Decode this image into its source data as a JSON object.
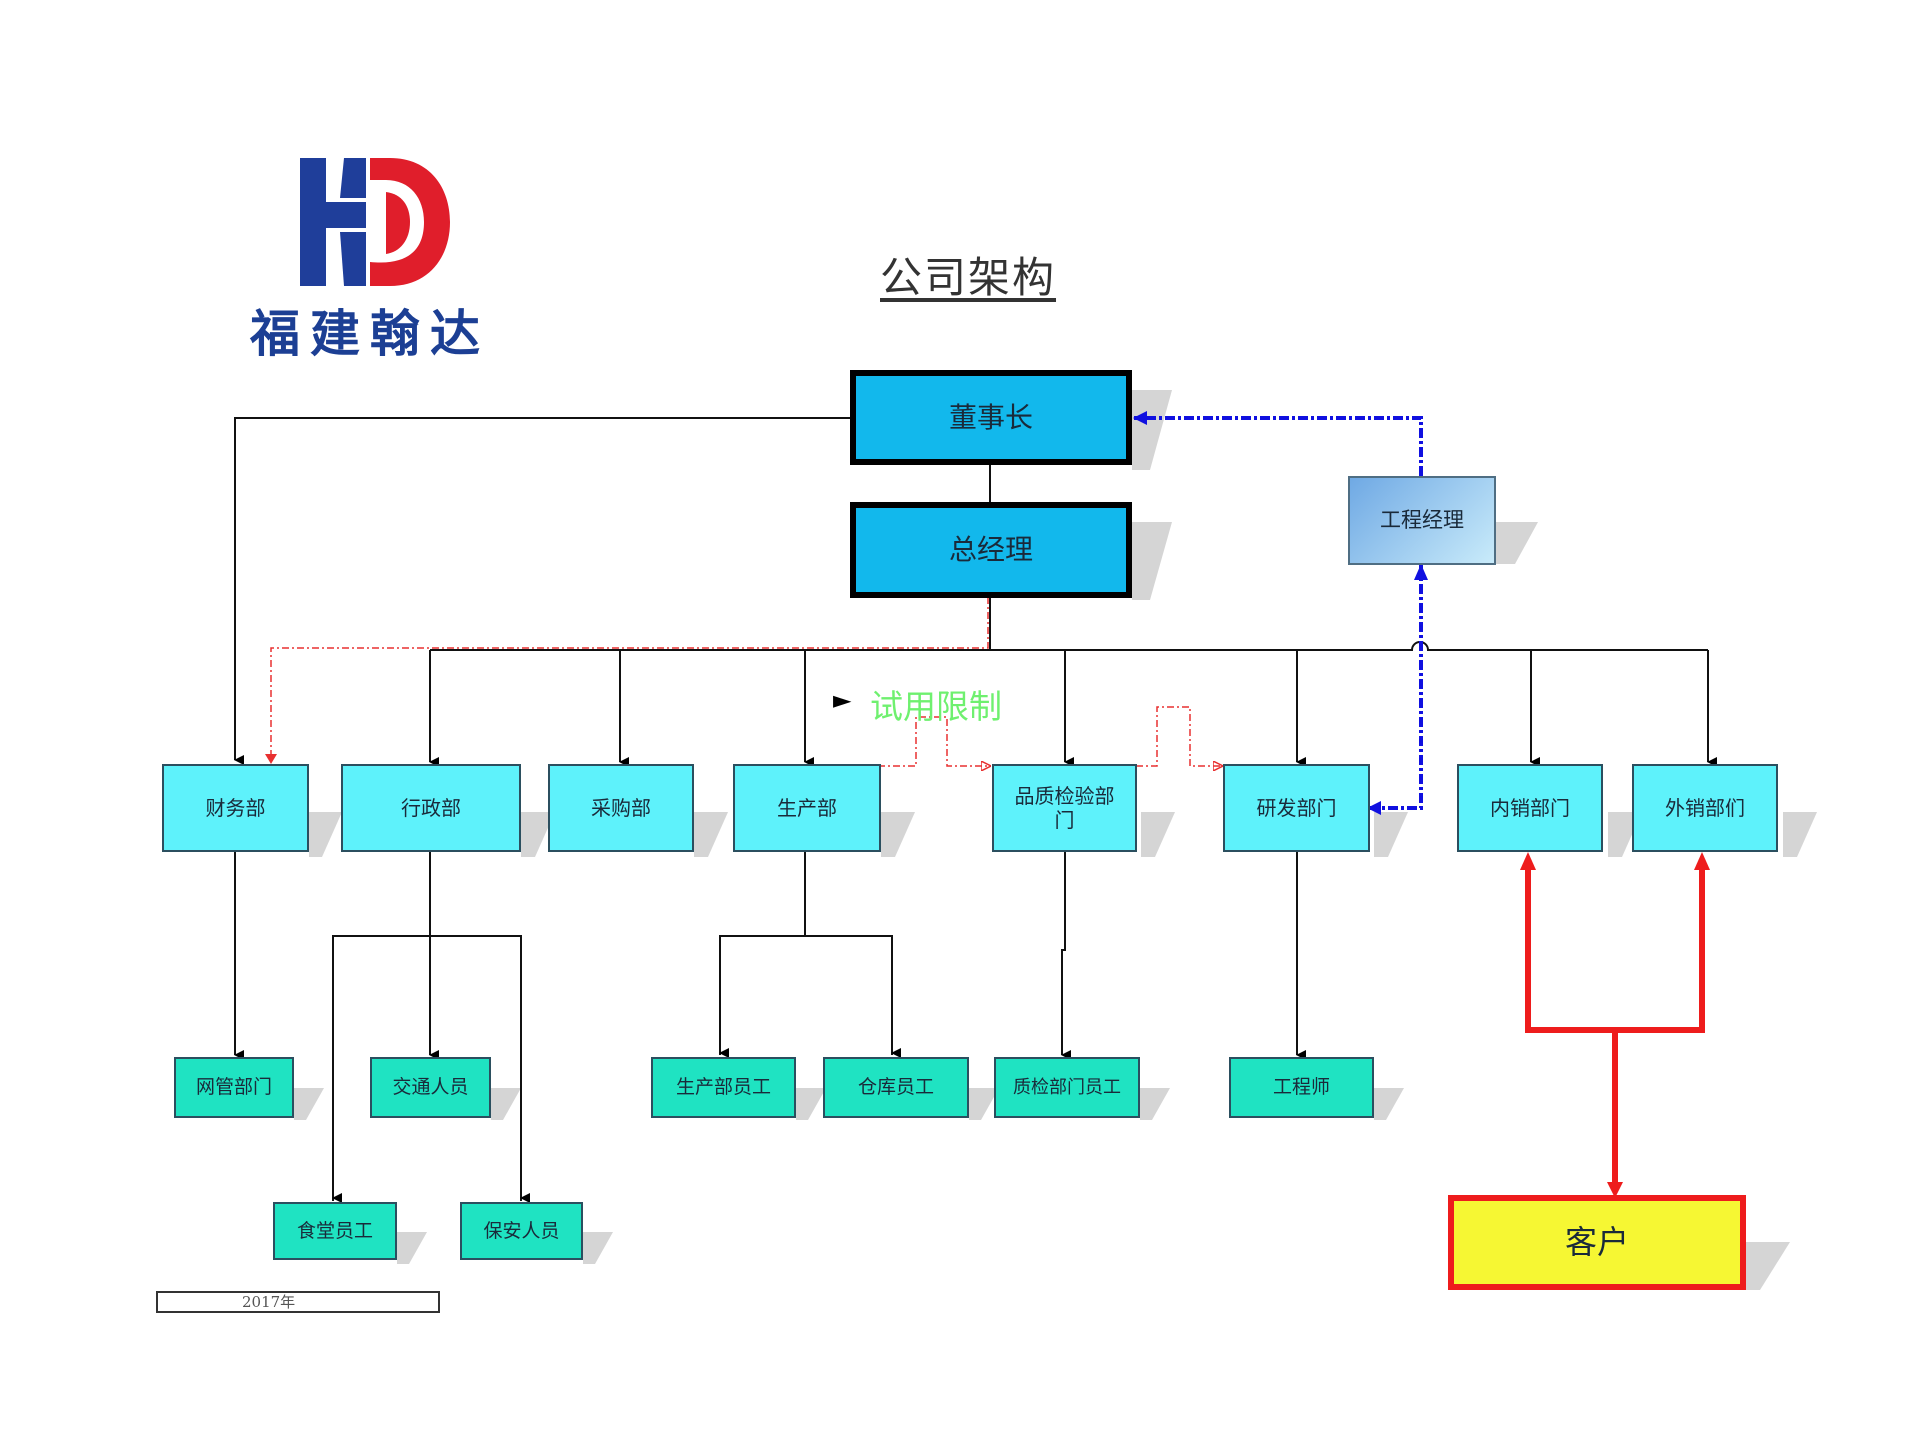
{
  "logo": {
    "text": "福建翰达",
    "mark": "HD",
    "colors": {
      "blue": "#1f3e9a",
      "red": "#e01e2b"
    }
  },
  "title": "公司架构",
  "trial_notice": "试用限制",
  "year_label": "2017年",
  "nodes": {
    "chairman": "董事长",
    "general_manager": "总经理",
    "project_manager": "工程经理",
    "finance": "财务部",
    "admin": "行政部",
    "purchasing": "采购部",
    "production": "生产部",
    "quality": "品质检验部门",
    "rnd": "研发部门",
    "domestic_sales": "内销部门",
    "foreign_sales": "外销部们",
    "network": "网管部门",
    "transport": "交通人员",
    "canteen": "食堂员工",
    "security": "保安人员",
    "prod_staff": "生产部员工",
    "warehouse": "仓库员工",
    "qc_staff": "质检部门员工",
    "engineer": "工程师",
    "customer": "客户"
  },
  "colors": {
    "top_fill": "#12b8ec",
    "dept_fill": "#5ef2fb",
    "staff_fill": "#1fe3c2",
    "customer_fill": "#f6f733",
    "customer_border": "#ee1c1c",
    "dotted_blue": "#1010e0",
    "dashed_red": "#e83030"
  }
}
